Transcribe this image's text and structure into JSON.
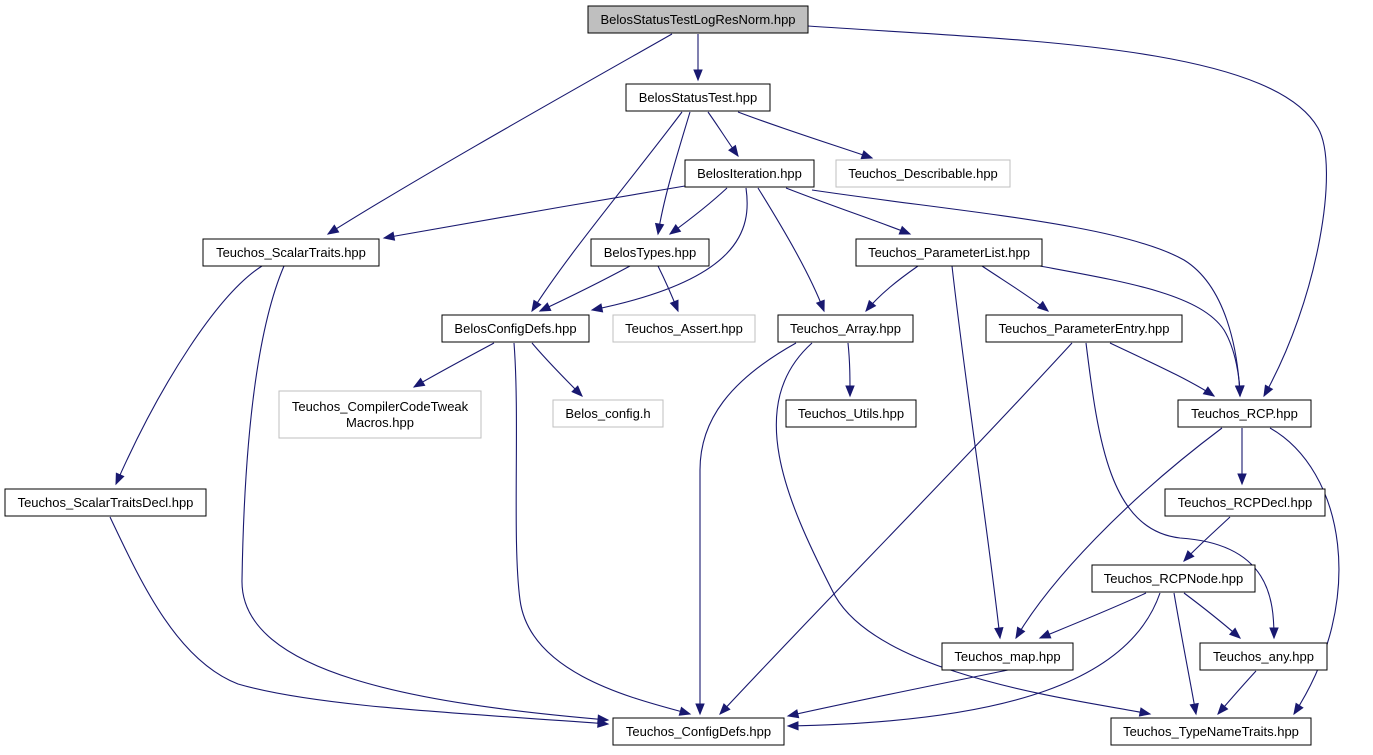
{
  "colors": {
    "edge": "#191970",
    "node_border": "#000000",
    "external_border": "#bfbfbf",
    "root_fill": "#bfbfbf",
    "node_fill": "#ffffff"
  },
  "nodes": [
    {
      "id": "root",
      "lines": [
        "BelosStatusTestLogResNorm.hpp"
      ],
      "style": "root"
    },
    {
      "id": "statustest",
      "lines": [
        "BelosStatusTest.hpp"
      ],
      "style": "normal"
    },
    {
      "id": "describable",
      "lines": [
        "Teuchos_Describable.hpp"
      ],
      "style": "external"
    },
    {
      "id": "iteration",
      "lines": [
        "BelosIteration.hpp"
      ],
      "style": "normal"
    },
    {
      "id": "scalartraits",
      "lines": [
        "Teuchos_ScalarTraits.hpp"
      ],
      "style": "normal"
    },
    {
      "id": "belostypes",
      "lines": [
        "BelosTypes.hpp"
      ],
      "style": "normal"
    },
    {
      "id": "parameterlist",
      "lines": [
        "Teuchos_ParameterList.hpp"
      ],
      "style": "normal"
    },
    {
      "id": "configdefs",
      "lines": [
        "BelosConfigDefs.hpp"
      ],
      "style": "normal"
    },
    {
      "id": "assert",
      "lines": [
        "Teuchos_Assert.hpp"
      ],
      "style": "external"
    },
    {
      "id": "array",
      "lines": [
        "Teuchos_Array.hpp"
      ],
      "style": "normal"
    },
    {
      "id": "paramentry",
      "lines": [
        "Teuchos_ParameterEntry.hpp"
      ],
      "style": "normal"
    },
    {
      "id": "compilertweak",
      "lines": [
        "Teuchos_CompilerCodeTweak",
        "Macros.hpp"
      ],
      "style": "external"
    },
    {
      "id": "belosconfig",
      "lines": [
        "Belos_config.h"
      ],
      "style": "external"
    },
    {
      "id": "utils",
      "lines": [
        "Teuchos_Utils.hpp"
      ],
      "style": "normal"
    },
    {
      "id": "rcp",
      "lines": [
        "Teuchos_RCP.hpp"
      ],
      "style": "normal"
    },
    {
      "id": "scalartraitsdecl",
      "lines": [
        "Teuchos_ScalarTraitsDecl.hpp"
      ],
      "style": "normal"
    },
    {
      "id": "rcpdecl",
      "lines": [
        "Teuchos_RCPDecl.hpp"
      ],
      "style": "normal"
    },
    {
      "id": "rcpnode",
      "lines": [
        "Teuchos_RCPNode.hpp"
      ],
      "style": "normal"
    },
    {
      "id": "map",
      "lines": [
        "Teuchos_map.hpp"
      ],
      "style": "normal"
    },
    {
      "id": "any",
      "lines": [
        "Teuchos_any.hpp"
      ],
      "style": "normal"
    },
    {
      "id": "teuchosconfigdefs",
      "lines": [
        "Teuchos_ConfigDefs.hpp"
      ],
      "style": "normal"
    },
    {
      "id": "typenametraits",
      "lines": [
        "Teuchos_TypeNameTraits.hpp"
      ],
      "style": "normal"
    }
  ],
  "edges": [
    {
      "from": "root",
      "to": "statustest"
    },
    {
      "from": "root",
      "to": "scalartraits"
    },
    {
      "from": "root",
      "to": "rcp"
    },
    {
      "from": "statustest",
      "to": "iteration"
    },
    {
      "from": "statustest",
      "to": "describable"
    },
    {
      "from": "statustest",
      "to": "belostypes"
    },
    {
      "from": "statustest",
      "to": "configdefs"
    },
    {
      "from": "iteration",
      "to": "scalartraits"
    },
    {
      "from": "iteration",
      "to": "belostypes"
    },
    {
      "from": "iteration",
      "to": "configdefs"
    },
    {
      "from": "iteration",
      "to": "array"
    },
    {
      "from": "iteration",
      "to": "parameterlist"
    },
    {
      "from": "iteration",
      "to": "rcp"
    },
    {
      "from": "belostypes",
      "to": "configdefs"
    },
    {
      "from": "belostypes",
      "to": "assert"
    },
    {
      "from": "configdefs",
      "to": "compilertweak"
    },
    {
      "from": "configdefs",
      "to": "belosconfig"
    },
    {
      "from": "configdefs",
      "to": "teuchosconfigdefs"
    },
    {
      "from": "scalartraits",
      "to": "scalartraitsdecl"
    },
    {
      "from": "scalartraits",
      "to": "teuchosconfigdefs"
    },
    {
      "from": "scalartraitsdecl",
      "to": "teuchosconfigdefs"
    },
    {
      "from": "parameterlist",
      "to": "array"
    },
    {
      "from": "parameterlist",
      "to": "paramentry"
    },
    {
      "from": "parameterlist",
      "to": "rcp"
    },
    {
      "from": "parameterlist",
      "to": "map"
    },
    {
      "from": "array",
      "to": "utils"
    },
    {
      "from": "array",
      "to": "teuchosconfigdefs"
    },
    {
      "from": "array",
      "to": "typenametraits"
    },
    {
      "from": "paramentry",
      "to": "rcp"
    },
    {
      "from": "paramentry",
      "to": "teuchosconfigdefs"
    },
    {
      "from": "paramentry",
      "to": "any"
    },
    {
      "from": "rcp",
      "to": "rcpdecl"
    },
    {
      "from": "rcp",
      "to": "map"
    },
    {
      "from": "rcp",
      "to": "typenametraits"
    },
    {
      "from": "rcpdecl",
      "to": "rcpnode"
    },
    {
      "from": "rcpnode",
      "to": "map"
    },
    {
      "from": "rcpnode",
      "to": "any"
    },
    {
      "from": "rcpnode",
      "to": "teuchosconfigdefs"
    },
    {
      "from": "rcpnode",
      "to": "typenametraits"
    },
    {
      "from": "map",
      "to": "teuchosconfigdefs"
    },
    {
      "from": "any",
      "to": "typenametraits"
    }
  ]
}
